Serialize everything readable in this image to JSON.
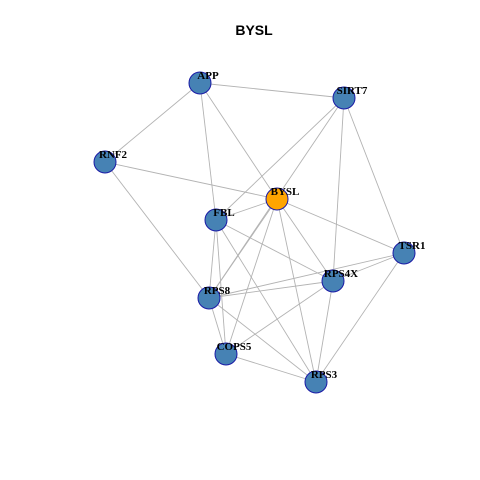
{
  "title": "BYSL",
  "colors": {
    "node_default": "#4682b4",
    "node_highlight": "#ffa500",
    "node_border": "#1a1aa6",
    "edge": "#b3b3b3"
  },
  "nodes": [
    {
      "id": "BYSL",
      "label": "BYSL",
      "highlight": true
    },
    {
      "id": "APP",
      "label": "APP"
    },
    {
      "id": "SIRT7",
      "label": "SIRT7"
    },
    {
      "id": "RNF2",
      "label": "RNF2"
    },
    {
      "id": "FBL",
      "label": "FBL"
    },
    {
      "id": "TSR1",
      "label": "TSR1"
    },
    {
      "id": "RPS4X",
      "label": "RPS4X"
    },
    {
      "id": "RPS8",
      "label": "RPS8"
    },
    {
      "id": "COPS5",
      "label": "COPS5"
    },
    {
      "id": "RPS3",
      "label": "RPS3"
    }
  ],
  "edges": [
    [
      "APP",
      "SIRT7"
    ],
    [
      "APP",
      "RNF2"
    ],
    [
      "APP",
      "FBL"
    ],
    [
      "APP",
      "BYSL"
    ],
    [
      "RNF2",
      "BYSL"
    ],
    [
      "RNF2",
      "RPS8"
    ],
    [
      "SIRT7",
      "FBL"
    ],
    [
      "SIRT7",
      "RPS8"
    ],
    [
      "SIRT7",
      "RPS4X"
    ],
    [
      "SIRT7",
      "TSR1"
    ],
    [
      "FBL",
      "BYSL"
    ],
    [
      "FBL",
      "RPS4X"
    ],
    [
      "FBL",
      "RPS8"
    ],
    [
      "FBL",
      "COPS5"
    ],
    [
      "FBL",
      "RPS3"
    ],
    [
      "BYSL",
      "TSR1"
    ],
    [
      "BYSL",
      "RPS4X"
    ],
    [
      "BYSL",
      "RPS8"
    ],
    [
      "BYSL",
      "COPS5"
    ],
    [
      "BYSL",
      "RPS3"
    ],
    [
      "TSR1",
      "RPS4X"
    ],
    [
      "TSR1",
      "RPS8"
    ],
    [
      "TSR1",
      "RPS3"
    ],
    [
      "RPS4X",
      "RPS8"
    ],
    [
      "RPS4X",
      "COPS5"
    ],
    [
      "RPS4X",
      "RPS3"
    ],
    [
      "RPS8",
      "COPS5"
    ],
    [
      "RPS8",
      "RPS3"
    ],
    [
      "COPS5",
      "RPS3"
    ]
  ]
}
